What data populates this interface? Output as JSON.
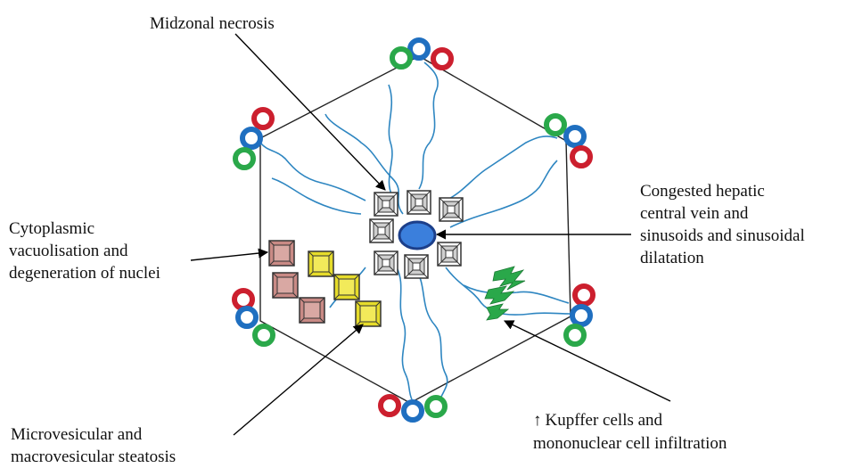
{
  "labels": {
    "midzonal": "Midzonal necrosis",
    "cytoplasmic": "Cytoplasmic\nvacuolisation and\ndegeneration of nuclei",
    "steatosis": "Microvesicular and\nmacrovesicular steatosis",
    "congested": "Congested hepatic\ncentral vein and\nsinusoids and sinusoidal\ndilatation",
    "kupffer_arrow": "↑",
    "kupffer_line1": "Kupffer cells and",
    "kupffer_line2": "mononuclear cell infiltration"
  },
  "colors": {
    "triad_red": "#cc1f2e",
    "triad_blue": "#1f6fc0",
    "triad_green": "#2aa84a",
    "sinusoid": "#2e86c1",
    "central_vein": "#2f6fd0",
    "necrotic_cell": "#c8c8c8",
    "degenerate_cell": "#c98a85",
    "steatosis_cell": "#e6dc2a",
    "kupffer": "#2aa84a"
  }
}
